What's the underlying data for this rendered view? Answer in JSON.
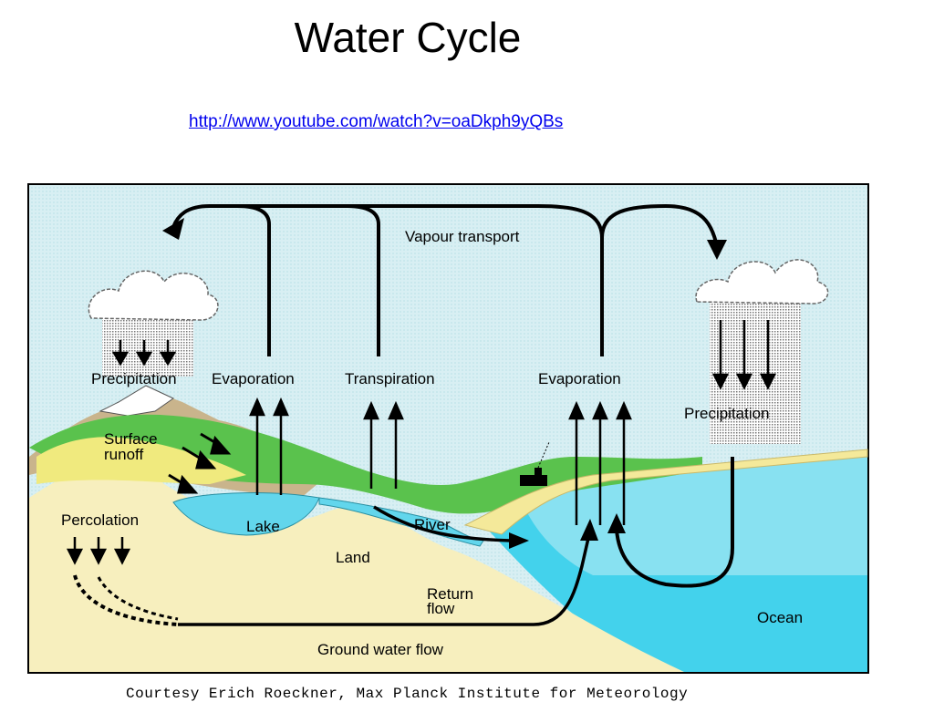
{
  "slide": {
    "title": "Water Cycle",
    "link_text": "http://www.youtube.com/watch?v=oaDkph9yQBs"
  },
  "diagram": {
    "labels": {
      "vapour_transport": "Vapour transport",
      "precipitation_left": "Precipitation",
      "evaporation_left": "Evaporation",
      "transpiration": "Transpiration",
      "evaporation_right": "Evaporation",
      "precipitation_right": "Precipitation",
      "surface_runoff_1": "Surface",
      "surface_runoff_2": "runoff",
      "percolation": "Percolation",
      "lake": "Lake",
      "river": "River",
      "land": "Land",
      "return_flow_1": "Return",
      "return_flow_2": "flow",
      "ocean": "Ocean",
      "ground_water_flow": "Ground water flow"
    },
    "colors": {
      "sky": "#bfe6ee",
      "land": "#f6eebb",
      "grass": "#56c24a",
      "lake": "#5fd6ee",
      "ocean": "#3fd0ea",
      "arrows": "#000000"
    }
  },
  "credit": "Courtesy Erich Roeckner, Max Planck Institute for Meteorology"
}
